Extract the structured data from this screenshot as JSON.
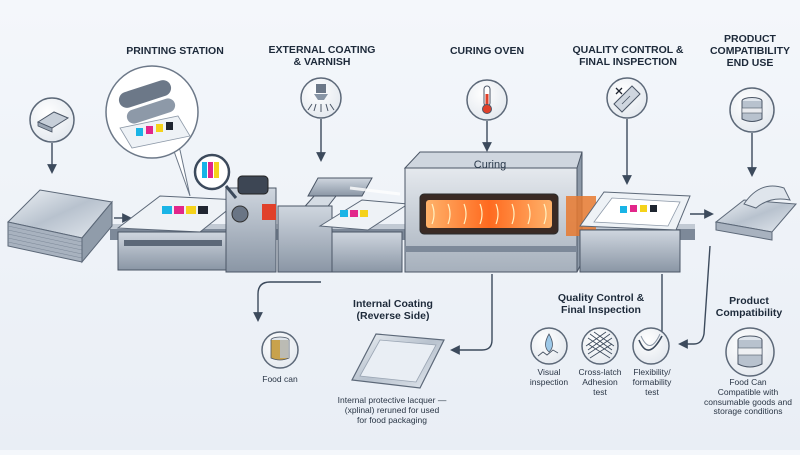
{
  "stages": {
    "printing": {
      "title": "PRINTING STATION"
    },
    "coating": {
      "title_line1": "EXTERNAL COATING",
      "title_line2": "& VARNISH"
    },
    "curing": {
      "title": "CURING OVEN",
      "oven_label": "Curing"
    },
    "qc": {
      "title_line1": "QUALITY CONTROL &",
      "title_line2": "FINAL INSPECTION"
    },
    "product": {
      "title_line1": "PRODUCT",
      "title_line2": "COMPATIBILITY",
      "title_line3": "END USE"
    }
  },
  "lower": {
    "internal": {
      "title_line1": "Internal Coating",
      "title_line2": "(Reverse Side)",
      "desc_line1": "Internal protective lacquer —",
      "desc_line2": "(xplinal) reruned for used",
      "desc_line3": "for food packaging",
      "food_can": "Food can"
    },
    "qc": {
      "title_line1": "Quality Control &",
      "title_line2": "Final Inspection",
      "tests": [
        {
          "line1": "Visual",
          "line2": "inspection",
          "icon": "droplet-icon"
        },
        {
          "line1": "Cross-latch",
          "line2": "Adhesion",
          "line3": "test",
          "icon": "crosshatch-icon"
        },
        {
          "line1": "Flexibility/",
          "line2": "formability",
          "line3": "test",
          "icon": "flex-curve-icon"
        }
      ]
    },
    "product": {
      "title_line1": "Product",
      "title_line2": "Compatibility",
      "desc_line1": "Food Can",
      "desc_line2": "Compatible with",
      "desc_line3": "consumable goods and",
      "desc_line4": "storage conditions"
    }
  },
  "colors": {
    "steel": "#b9c3cf",
    "machine": "#8d99a8",
    "oven_glow": "#ff7a2e",
    "arrow": "#3c4a5c",
    "ink_cyan": "#19b4e6",
    "ink_magenta": "#e2268a",
    "ink_yellow": "#f5d21a",
    "ink_black": "#1f2530"
  }
}
